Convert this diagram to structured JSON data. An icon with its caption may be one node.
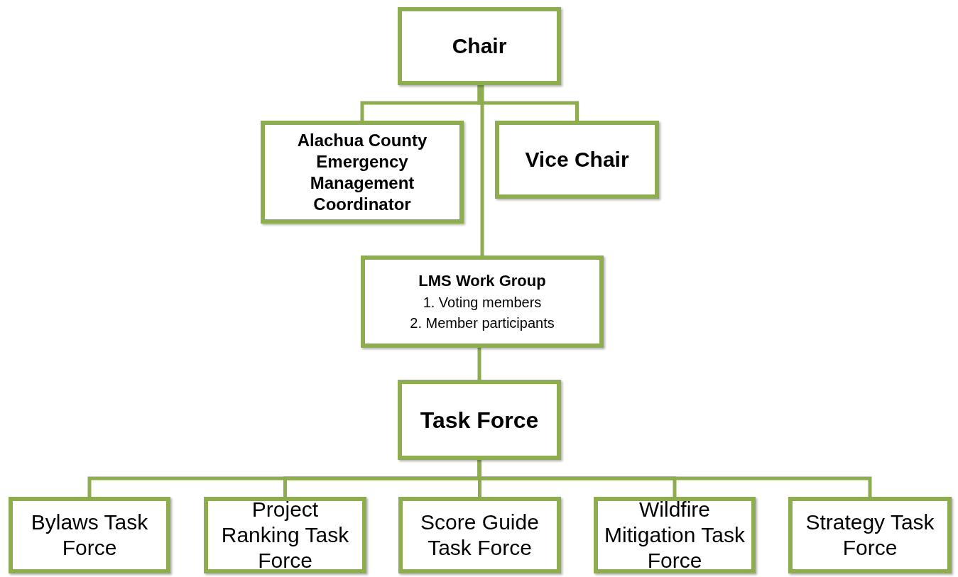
{
  "diagram": {
    "nodes": [
      {
        "text": [
          "Chair"
        ]
      },
      {
        "text": [
          "Alachua County Emergency Management Coordinator"
        ]
      },
      {
        "text": [
          "Vice Chair"
        ]
      },
      {
        "text": [
          "LMS Work Group",
          "1. Voting members",
          "2. Member participants"
        ]
      },
      {
        "text": [
          "Task Force"
        ]
      },
      {
        "text": [
          "Bylaws Task Force"
        ]
      },
      {
        "text": [
          "Project Ranking Task Force"
        ]
      },
      {
        "text": [
          "Score Guide Task Force"
        ]
      },
      {
        "text": [
          "Wildfire Mitigation Task Force"
        ]
      },
      {
        "text": [
          "Strategy Task Force"
        ]
      }
    ],
    "edges": [
      {
        "from": 0,
        "to": 1,
        "arrow": "none"
      },
      {
        "from": 0,
        "to": 2,
        "arrow": "none"
      },
      {
        "from": 0,
        "to": 3,
        "arrow": "none"
      },
      {
        "from": 3,
        "to": 4,
        "arrow": "none"
      },
      {
        "from": 4,
        "to": 5,
        "arrow": "none"
      },
      {
        "from": 4,
        "to": 6,
        "arrow": "none"
      },
      {
        "from": 4,
        "to": 7,
        "arrow": "none"
      },
      {
        "from": 4,
        "to": 8,
        "arrow": "none"
      },
      {
        "from": 4,
        "to": 9,
        "arrow": "none"
      }
    ]
  }
}
